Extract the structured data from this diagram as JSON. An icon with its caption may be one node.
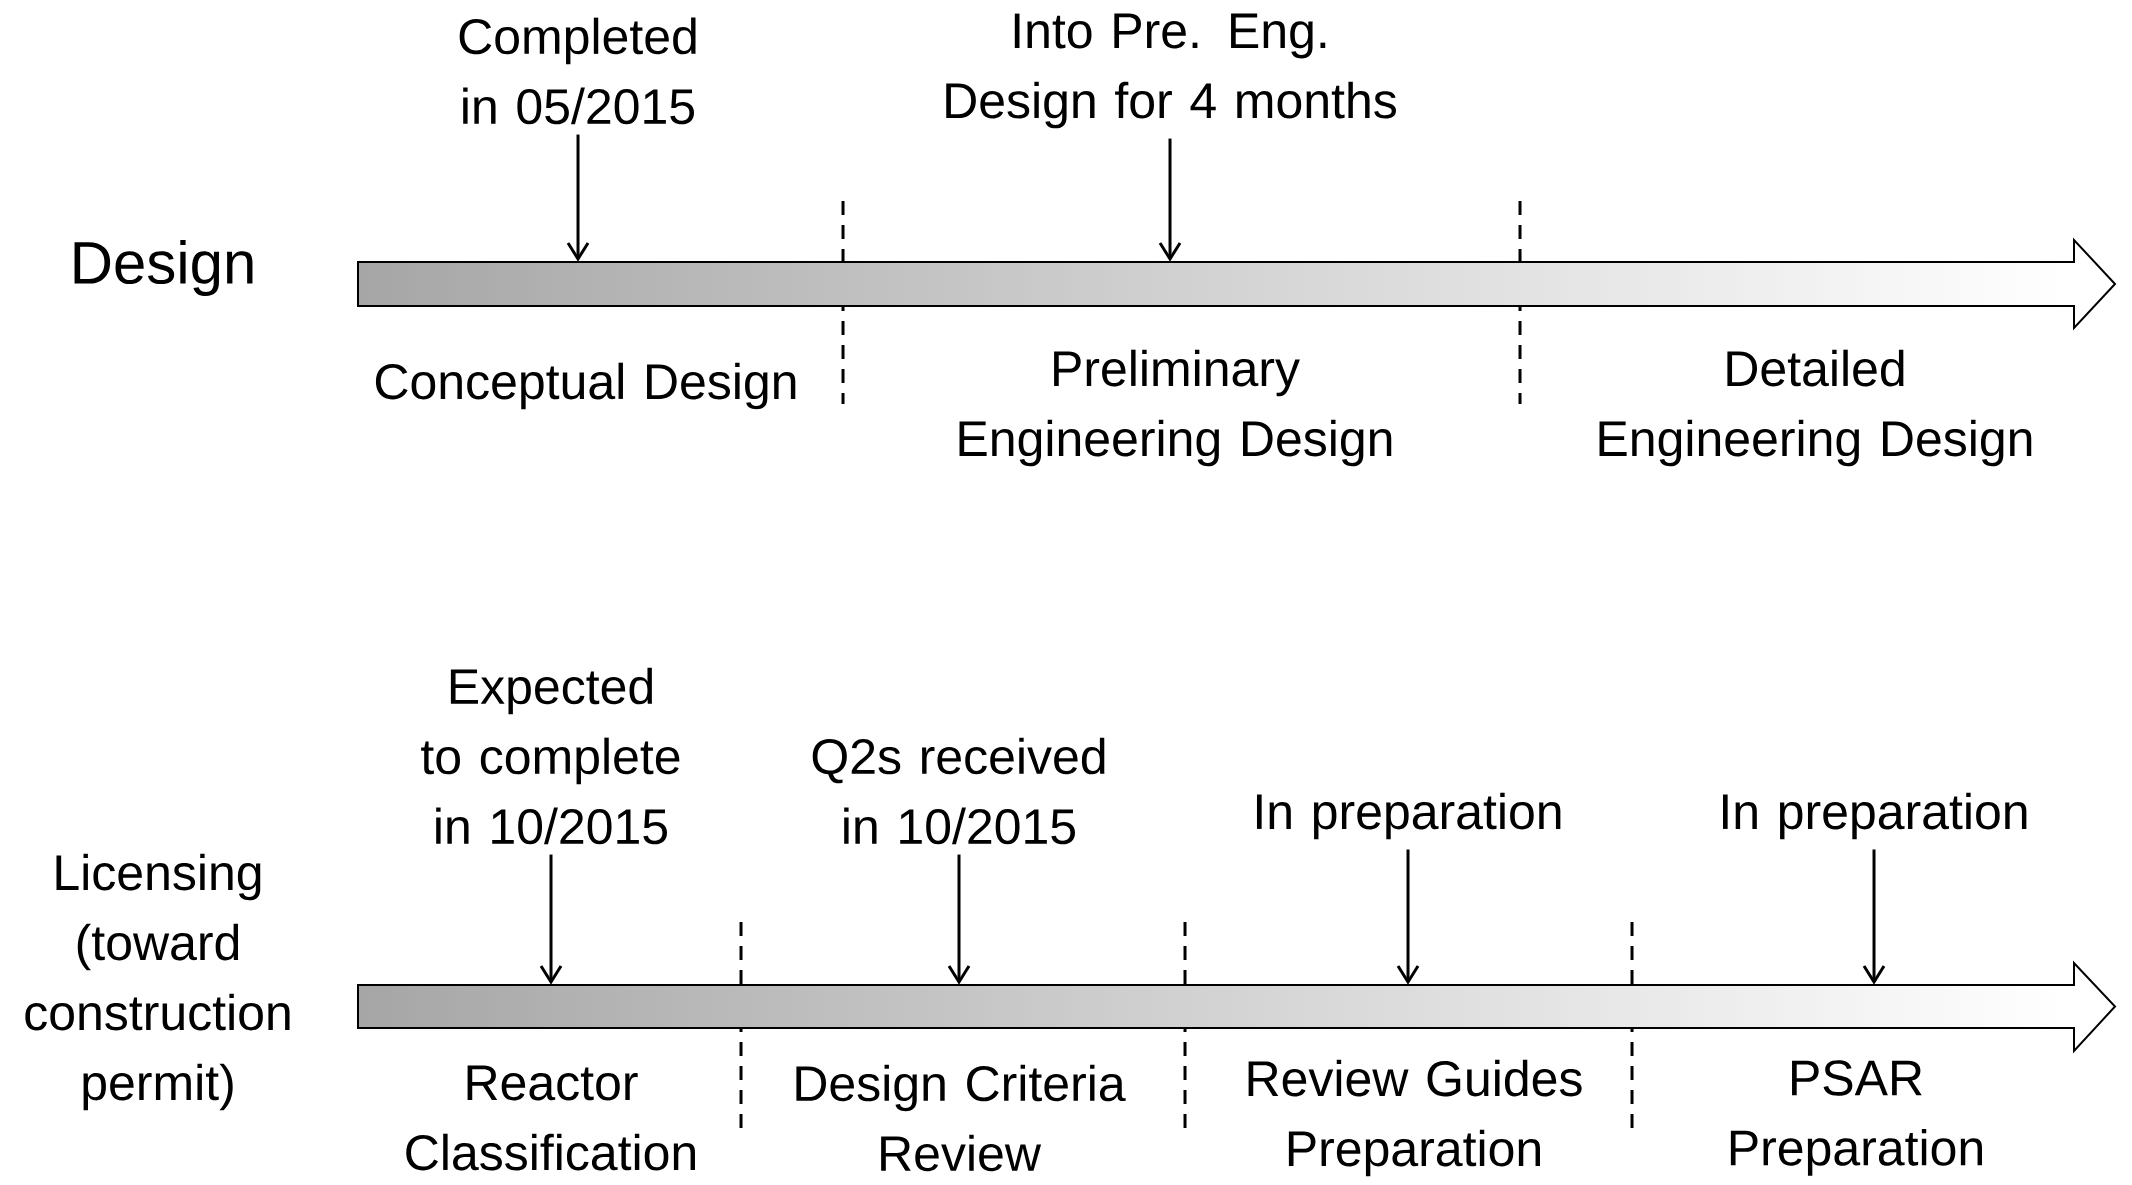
{
  "diagram": {
    "nodes": [
      {
        "text": [
          "Completed in 05/2015"
        ]
      },
      {
        "text": [
          "Into Pre. Eng. Design for 4 months"
        ]
      },
      {
        "text": [],
        "shape": "arrow"
      },
      {
        "text": [
          "Expected to complete in 10/2015"
        ]
      },
      {
        "text": [
          "Q2s received in 10/2015"
        ]
      },
      {
        "text": [
          "In preparation"
        ]
      },
      {
        "text": [
          "In preparation"
        ]
      },
      {
        "text": [],
        "shape": "arrow"
      }
    ],
    "edges": [
      {
        "from": 0,
        "to": 2,
        "arrow": "to"
      },
      {
        "from": 1,
        "to": 2,
        "arrow": "to"
      },
      {
        "from": 3,
        "to": 7,
        "arrow": "to"
      },
      {
        "from": 4,
        "to": 7,
        "arrow": "to"
      },
      {
        "from": 5,
        "to": 7,
        "arrow": "to"
      },
      {
        "from": 6,
        "to": 7,
        "arrow": "to"
      }
    ],
    "labels": [
      "Design",
      "Conceptual Design",
      "Preliminary Engineering Design",
      "Detailed Engineering Design",
      "Licensing (toward construction permit)",
      "Reactor Classification",
      "Design Criteria Review",
      "Review Guides Preparation",
      "PSAR Preparation"
    ]
  }
}
